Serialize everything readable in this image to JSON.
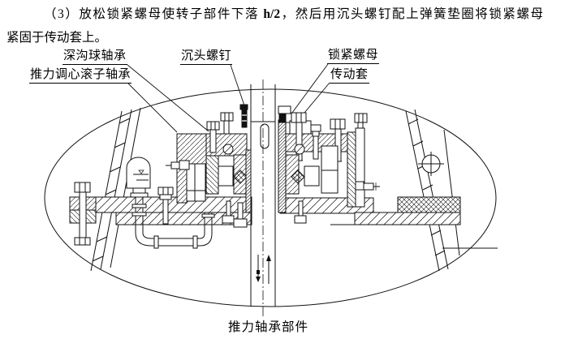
{
  "paragraph": {
    "line1_pre": "（3）放松锁紧螺母使转子部件下落 ",
    "line1_bold": "h/2",
    "line1_post": "，然后用沉头螺钉配上弹簧垫圈将锁紧螺母",
    "line2": "紧固于传动套上。"
  },
  "labels": {
    "deep_groove_bearing": "深沟球轴承",
    "thrust_roller_bearing": "推力调心滚子轴承",
    "countersunk_screw": "沉头螺钉",
    "lock_nut": "锁紧螺母",
    "drive_sleeve": "传动套"
  },
  "caption": "推力轴承部件",
  "colors": {
    "ink": "#000000",
    "paper": "#ffffff"
  }
}
